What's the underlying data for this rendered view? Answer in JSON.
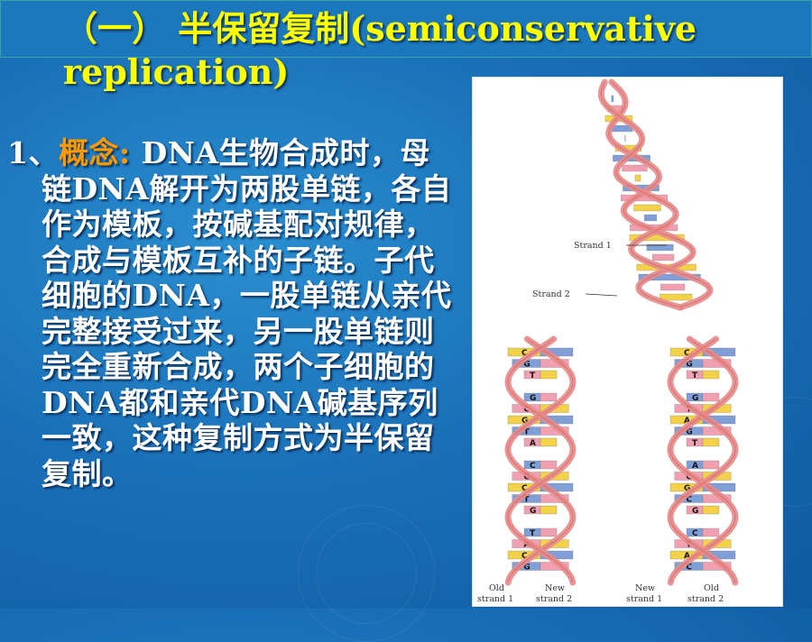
{
  "slide": {
    "title_line1": "（一） 半保留复制(semiconservative",
    "title_line2": "replication)",
    "number": "1、",
    "keyword": "概念:",
    "body": " DNA生物合成时，母链DNA解开为两股单链，各自作为模板，按碱基配对规律，合成与模板互补的子链。子代细胞的DNA，一股单链从亲代完整接受过来，另一股单链则完全重新合成，两个子细胞的DNA都和亲代DNA碱基序列一致，这种复制方式为半保留复制。"
  },
  "figure": {
    "strand1_label": "Strand 1",
    "strand2_label": "Strand 2",
    "bottom_labels": [
      {
        "line1": "Old",
        "line2": "strand 1"
      },
      {
        "line1": "New",
        "line2": "strand 2"
      },
      {
        "line1": "New",
        "line2": "strand 1"
      },
      {
        "line1": "Old",
        "line2": "strand 2"
      }
    ],
    "left_bases": [
      "C",
      "G",
      "T",
      "C",
      "G",
      "C",
      "G",
      "T",
      "A",
      "T",
      "C",
      "G",
      "C",
      "T",
      "G",
      "C",
      "T",
      "A",
      "C",
      "G"
    ],
    "right_bases": [
      "C",
      "G",
      "T",
      "C",
      "G",
      "T",
      "A",
      "G",
      "T",
      "T",
      "A",
      "C",
      "G",
      "C",
      "G",
      "G",
      "C",
      "T",
      "A",
      "C"
    ],
    "colors": {
      "strand_pink": "#e88a8a",
      "base_yellow": "#f3d24a",
      "base_blue": "#7f9fd6",
      "base_pink": "#f0a0b0",
      "background": "#1a70b8",
      "title_yellow": "#ffff00",
      "keyword_orange": "#ff9900"
    }
  }
}
